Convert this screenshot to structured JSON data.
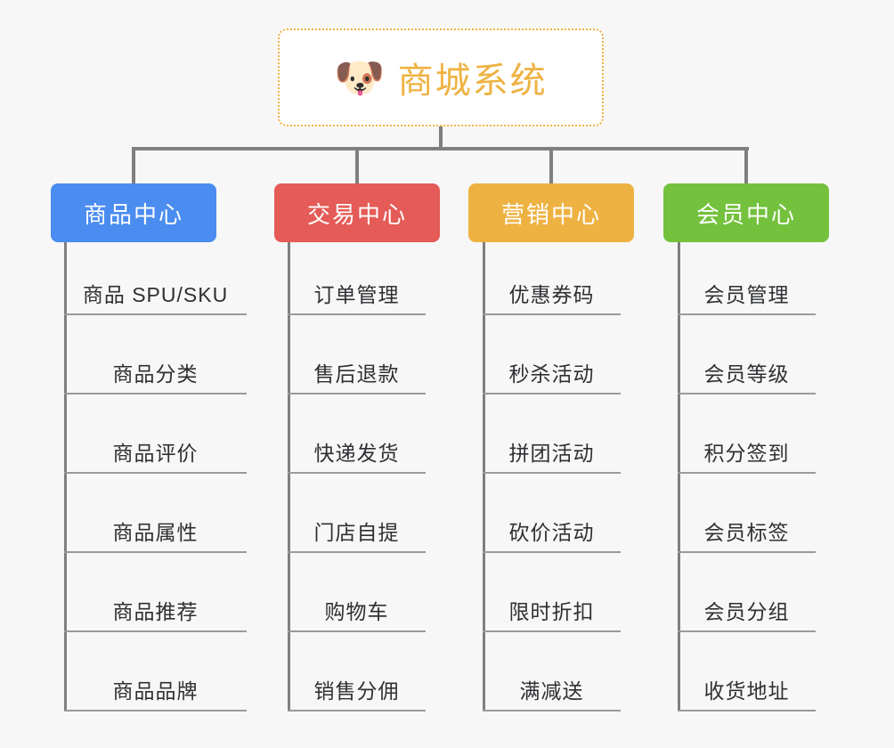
{
  "diagram": {
    "type": "org-chart",
    "background_color": "#f7f7f7",
    "connector_color": "#7f7f7f",
    "root": {
      "icon": "dog-face-emoji",
      "icon_glyph": "🐶",
      "title": "商城系统",
      "text_color": "#eeb242",
      "border_color": "#eeb242",
      "border_style": "dotted"
    },
    "branches": [
      {
        "id": "product-center",
        "label": "商品中心",
        "color": "#4a8cf0",
        "items": [
          "商品 SPU/SKU",
          "商品分类",
          "商品评价",
          "商品属性",
          "商品推荐",
          "商品品牌"
        ]
      },
      {
        "id": "trade-center",
        "label": "交易中心",
        "color": "#e45b57",
        "items": [
          "订单管理",
          "售后退款",
          "快递发货",
          "门店自提",
          "购物车",
          "销售分佣"
        ]
      },
      {
        "id": "marketing-center",
        "label": "营销中心",
        "color": "#eeb242",
        "items": [
          "优惠券码",
          "秒杀活动",
          "拼团活动",
          "砍价活动",
          "限时折扣",
          "满减送"
        ]
      },
      {
        "id": "member-center",
        "label": "会员中心",
        "color": "#73c13d",
        "items": [
          "会员管理",
          "会员等级",
          "积分签到",
          "会员标签",
          "会员分组",
          "收货地址"
        ]
      }
    ]
  }
}
